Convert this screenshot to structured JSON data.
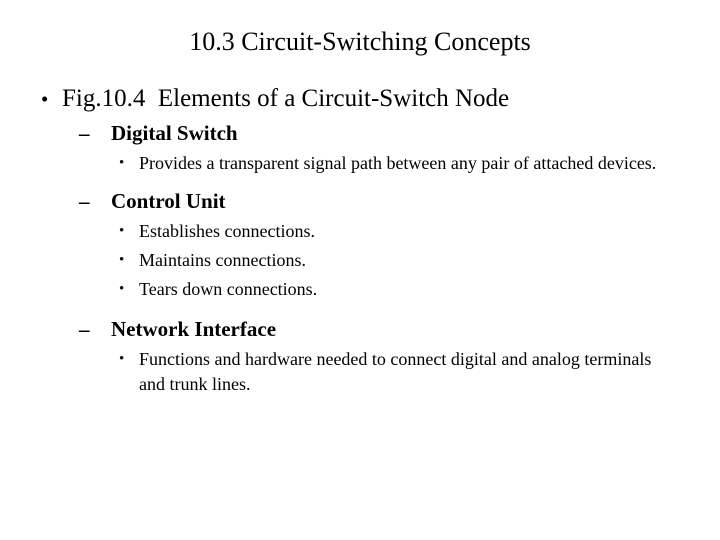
{
  "slide": {
    "title": "10.3 Circuit-Switching Concepts",
    "background_color": "#ffffff",
    "text_color": "#000000",
    "bullet_markers": {
      "level1": "•",
      "level2": "–",
      "level3": "•"
    },
    "level1": {
      "text": "Fig.10.4  Elements of a Circuit-Switch Node"
    },
    "sections": [
      {
        "heading": "Digital Switch",
        "items": [
          "Provides a transparent signal path between any pair of attached devices."
        ]
      },
      {
        "heading": "Control Unit",
        "items": [
          "Establishes connections.",
          "Maintains connections.",
          "Tears down connections."
        ]
      },
      {
        "heading": "Network Interface",
        "items": [
          "Functions and hardware needed to connect digital and analog terminals and trunk lines."
        ]
      }
    ]
  }
}
